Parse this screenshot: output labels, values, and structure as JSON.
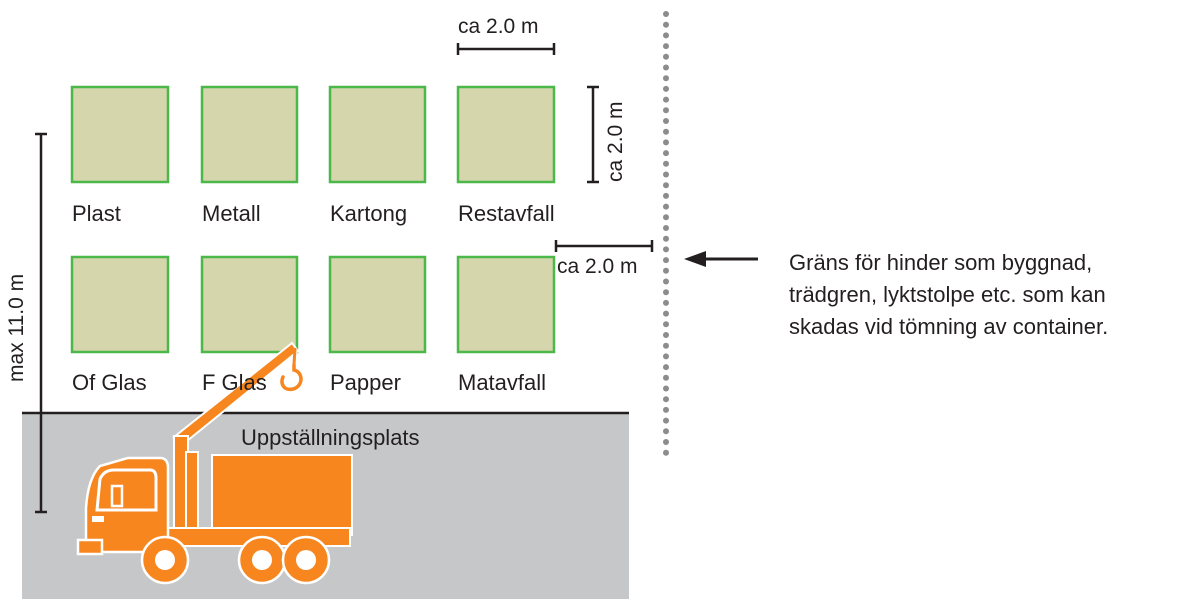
{
  "colors": {
    "container_fill": "#d5d6ac",
    "container_stroke": "#4cb84a",
    "ground": "#c6c7c9",
    "truck": "#f7861f",
    "dots": "#8c8c8e",
    "ink": "#231f20"
  },
  "containers_top": [
    "Plast",
    "Metall",
    "Kartong",
    "Restavfall"
  ],
  "containers_bottom": [
    "Of Glas",
    "F Glas",
    "Papper",
    "Matavfall"
  ],
  "dimensions": {
    "width_label": "ca 2.0 m",
    "depth_label": "ca 2.0 m",
    "clearance_label": "ca 2.0 m",
    "max_length_label": "max 11.0 m"
  },
  "parking_label": "Uppställningsplats",
  "boundary_note": [
    "Gräns för hinder som byggnad,",
    "trädgren, lyktstolpe etc. som kan",
    "skadas vid tömning av container."
  ],
  "icons": [
    "truck-icon",
    "crane-hook-icon",
    "arrow-left-icon"
  ]
}
